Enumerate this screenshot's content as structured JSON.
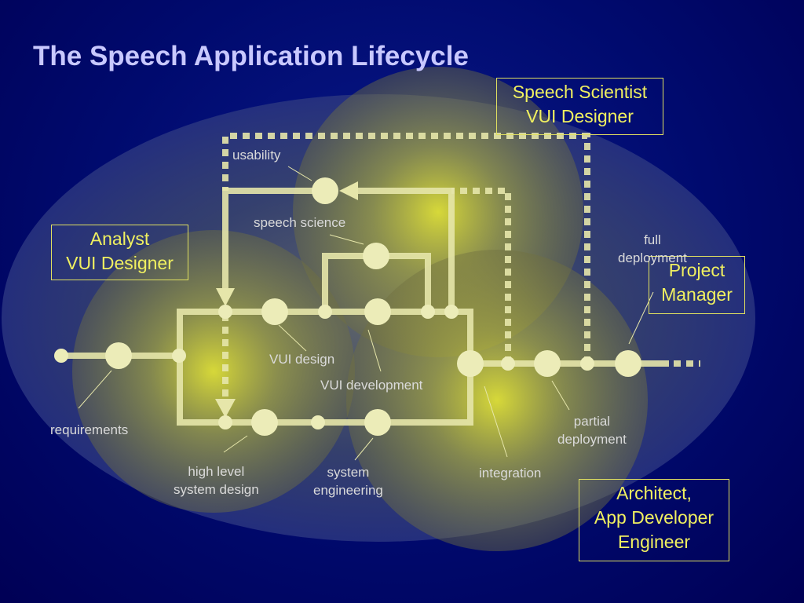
{
  "title": "The Speech Application Lifecycle",
  "roles": {
    "speech_scientist": [
      "Speech Scientist",
      "VUI Designer"
    ],
    "analyst": [
      "Analyst",
      "VUI Designer"
    ],
    "project_manager": [
      "Project",
      "Manager"
    ],
    "architect": [
      "Architect,",
      "App Developer",
      "Engineer"
    ]
  },
  "stages": {
    "usability": "usability",
    "speech_science": "speech science",
    "full_deployment": [
      "full",
      "deployment"
    ],
    "vui_design": "VUI design",
    "vui_development": "VUI development",
    "requirements": "requirements",
    "high_level_system_design": [
      "high level",
      "system design"
    ],
    "system_engineering": [
      "system",
      "engineering"
    ],
    "integration": "integration",
    "partial_deployment": [
      "partial",
      "deployment"
    ]
  },
  "colors": {
    "background": "#000066",
    "title": "#c8c8ff",
    "role_text": "#f0f060",
    "path": "#e6e6aa",
    "label": "#dadada"
  }
}
